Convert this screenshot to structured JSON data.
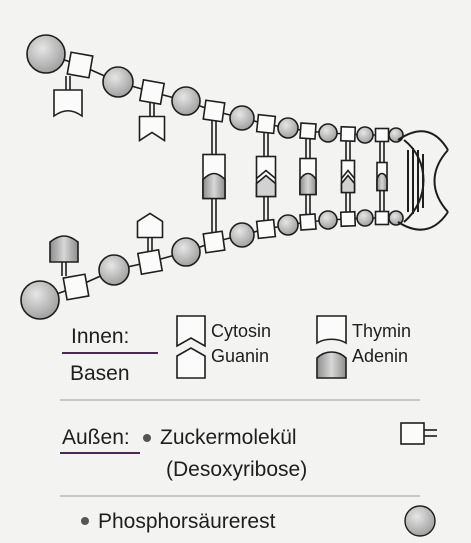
{
  "legend": {
    "innen_label": "Innen:",
    "basen_label": "Basen",
    "bases": {
      "cytosin": "Cytosin",
      "guanin": "Guanin",
      "thymin": "Thymin",
      "adenin": "Adenin"
    },
    "aussen_label": "Außen:",
    "zucker_label": "Zuckermolekül",
    "zucker_sub": "(Desoxyribose)",
    "phosphor_label": "Phosphorsäurerest"
  },
  "colors": {
    "ink": "#1e1e1e",
    "shade": "#b5b5b5",
    "paper": "#f3f3f2",
    "underline": "#4a2a55"
  }
}
